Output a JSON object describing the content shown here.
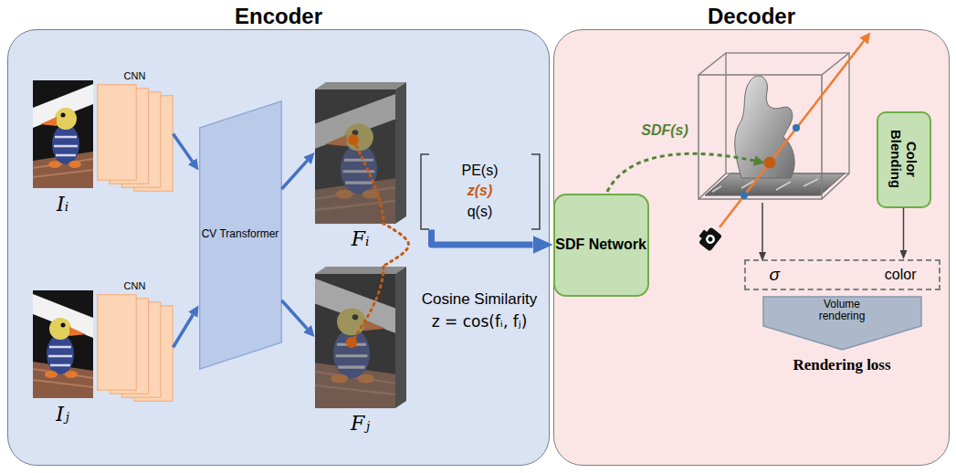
{
  "diagram": {
    "nodes": [
      {
        "text": [
          "Encoder"
        ]
      },
      {
        "text": [
          "Iᵢ"
        ],
        "in": 0
      },
      {
        "text": [
          "CNN"
        ],
        "in": 0
      },
      {
        "text": [
          "Iⱼ"
        ],
        "in": 0
      },
      {
        "text": [
          "CNN"
        ],
        "in": 0
      },
      {
        "text": [
          "CV Transformer"
        ],
        "in": 0
      },
      {
        "text": [
          "Fᵢ"
        ],
        "in": 0
      },
      {
        "text": [
          "Fⱼ"
        ],
        "in": 0
      },
      {
        "text": [
          "PE(s)",
          "z(s)",
          "q(s)"
        ],
        "in": 0
      },
      {
        "text": [
          "Decoder"
        ]
      },
      {
        "text": [
          "SDF Network"
        ],
        "in": 9
      },
      {
        "text": [
          "Color Blending"
        ],
        "in": 9
      },
      {
        "text": [
          "σ",
          "color"
        ],
        "in": 9
      },
      {
        "text": [
          "Volume rendering"
        ],
        "in": 9
      }
    ],
    "edges": [
      {
        "from": 2,
        "to": 5,
        "arrow": "to"
      },
      {
        "from": 4,
        "to": 5,
        "arrow": "to"
      },
      {
        "from": 5,
        "to": 6,
        "arrow": "to"
      },
      {
        "from": 5,
        "to": 7,
        "arrow": "to"
      },
      {
        "from": 6,
        "to": 7,
        "arrow": "none"
      },
      {
        "from": 8,
        "to": 10,
        "arrow": "to"
      },
      {
        "from": 11,
        "to": 12,
        "arrow": "to"
      }
    ],
    "labels": [
      "Cosine Similarity",
      "z = cos(fᵢ, fⱼ)",
      "SDF(s)",
      "Rendering loss"
    ]
  }
}
